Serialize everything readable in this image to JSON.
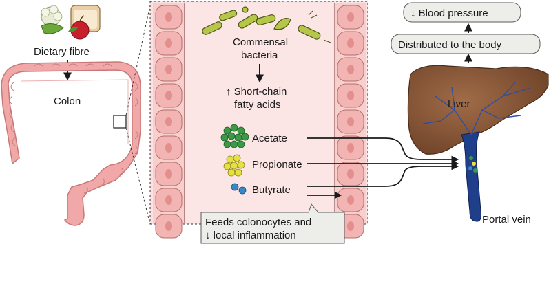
{
  "labels": {
    "dietary_fibre": "Dietary fibre",
    "colon": "Colon",
    "commensal_line1": "Commensal",
    "commensal_line2": "bacteria",
    "scfa_line1": "↑ Short-chain",
    "scfa_line2": "fatty acids",
    "acetate": "Acetate",
    "propionate": "Propionate",
    "butyrate": "Butyrate",
    "feeds_line1": "Feeds colonocytes and",
    "feeds_line2": "↓ local inflammation",
    "liver": "Liver",
    "portal_vein": "Portal vein",
    "distributed": "Distributed to the body",
    "blood_pressure": "↓ Blood pressure"
  },
  "colors": {
    "colon": "#f0a9a8",
    "colon_outline": "#c97877",
    "lumen_bg": "#fbe1e1",
    "cell_fill": "#f3b5b3",
    "bacteria": "#b6c64a",
    "acetate": "#3a9a46",
    "propionate": "#e7e043",
    "butyrate": "#3a86c7",
    "liver": "#8b5a3a",
    "portal_vein": "#203f8a",
    "box_fill": "#ededea"
  },
  "icons": [
    "food-icon",
    "bacteria-icon",
    "acetate-molecule-icon",
    "propionate-molecule-icon",
    "butyrate-molecule-icon",
    "liver-icon"
  ]
}
